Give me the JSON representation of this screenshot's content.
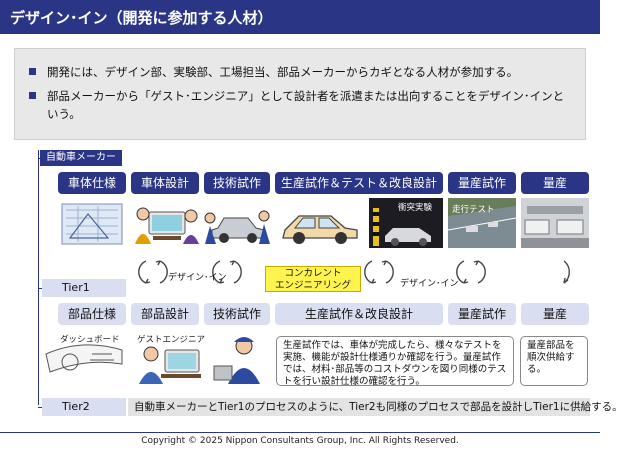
{
  "header": {
    "title": "デザイン･イン（開発に参加する人材）"
  },
  "notes": [
    "開発には、デザイン部、実験部、工場担当、部品メーカーからカギとなる人材が参加する。",
    "部品メーカーから「ゲスト･エンジニア」として設計者を派遣または出向することをデザイン･インという。"
  ],
  "oem": {
    "label": "自動車メーカー",
    "phases": [
      "車体仕様",
      "車体設計",
      "技術試作",
      "生産試作＆テスト＆改良設計",
      "量産試作",
      "量産"
    ]
  },
  "tier1": {
    "label": "Tier1",
    "phases": [
      "部品仕様",
      "部品設計",
      "技術試作",
      "生産試作＆改良設計",
      "量産試作",
      "量産"
    ]
  },
  "tier2": {
    "label": "Tier2",
    "note": "自動車メーカーとTier1のプロセスのように、Tier2も同様のプロセスで部品を設計しTier1に供給する。"
  },
  "middle": {
    "design_in_1": "デザイン･イン",
    "design_in_2": "デザイン･イン",
    "concurrent_line1": "コンカレント",
    "concurrent_line2": "エンジニアリング"
  },
  "pictures": {
    "crash_test": "衝突実験",
    "road_test": "走行テスト",
    "dashboard": "ダッシュボード",
    "guest_engineer": "ゲストエンジニア"
  },
  "descriptions": {
    "production_trial": "生産試作では、車体が完成したら、様々なテストを実施、機能が設計仕様通りか確認を行う。量産試作では、材料･部品等のコストダウンを図り同様のテストを行い設計仕様の確認を行う。",
    "mass_production": "量産部品を順次供給する。"
  },
  "footer": {
    "copyright": "Copyright © 2025 Nippon Consultants Group, Inc. All Rights Reserved."
  },
  "colors": {
    "navy": "#2b3585",
    "light_blue": "#d9def0",
    "yellow": "#fff34d",
    "note_bg": "#e8e8e8"
  }
}
